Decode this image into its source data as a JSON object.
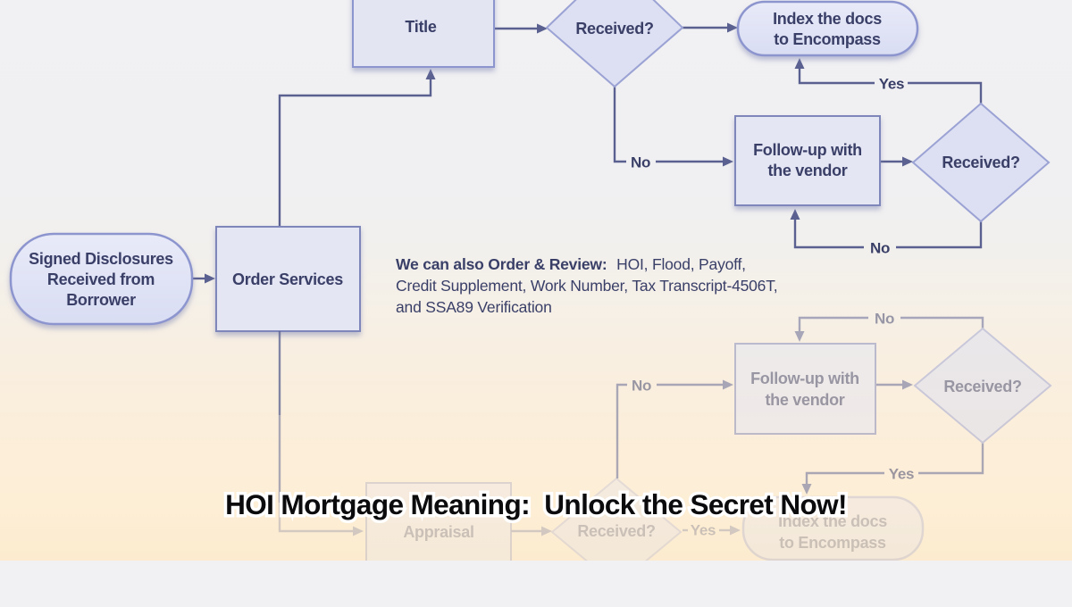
{
  "title_banner": {
    "text": "HOI Mortgage Meaning:  Unlock the Secret Now!"
  },
  "flow": {
    "start": {
      "line1": "Signed Disclosures",
      "line2": "Received from",
      "line3": "Borrower"
    },
    "order_services": "Order Services",
    "title_box": "Title",
    "received": "Received?",
    "index_docs": {
      "line1": "Index the docs",
      "line2": "to Encompass"
    },
    "follow_up": {
      "line1": "Follow-up with",
      "line2": "the vendor"
    },
    "appraisal": "Appraisal",
    "labels": {
      "yes": "Yes",
      "no": "No"
    }
  },
  "note": {
    "lead": "We can also Order & Review:",
    "line1_rest": "HOI, Flood, Payoff,",
    "line2": "Credit Supplement, Work Number, Tax Transcript-4506T,",
    "line3": "and SSA89 Verification"
  },
  "colors": {
    "connector_line": "#5a6090",
    "process_fill": "#e4e6f4",
    "process_border": "#7f87ba",
    "terminator_fill": "#dfe2f5",
    "terminator_border": "#8d95cf",
    "decision_fill": "#dde0f2",
    "decision_border": "#9ba2d4",
    "diagram_text": "#3a3f68",
    "background_top": "#f1f1f3",
    "background_bottom": "#fcebce"
  }
}
